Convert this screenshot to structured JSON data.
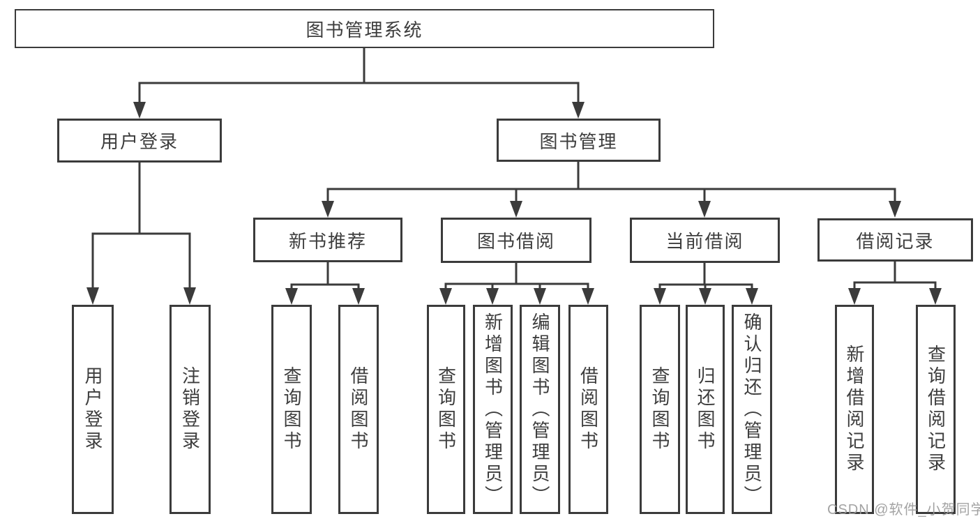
{
  "diagram_type": "hierarchy-tree",
  "watermark": "CSDN @软件_小贺同学",
  "colors": {
    "line": "#3b3b3b",
    "box_border": "#3b3b3b",
    "box_fill": "#ffffff",
    "text": "#3d3d3d",
    "watermark": "#9b9b9b",
    "background": "#ffffff"
  },
  "tree": {
    "root": "图书管理系统",
    "user_login": {
      "label": "用户登录",
      "children": [
        "用户登录",
        "注销登录"
      ]
    },
    "book_management": {
      "label": "图书管理",
      "sections": {
        "new_book_recommend": {
          "label": "新书推荐",
          "children": [
            "查询图书",
            "借阅图书"
          ]
        },
        "book_borrowing": {
          "label": "图书借阅",
          "children": [
            "查询图书",
            "新增图书（管理员）",
            "编辑图书（管理员）",
            "借阅图书"
          ]
        },
        "current_borrowing": {
          "label": "当前借阅",
          "children": [
            "查询图书",
            "归还图书",
            "确认归还（管理员）"
          ]
        },
        "borrowing_records": {
          "label": "借阅记录",
          "children": [
            "新增借阅记录",
            "查询借阅记录"
          ]
        }
      }
    }
  }
}
